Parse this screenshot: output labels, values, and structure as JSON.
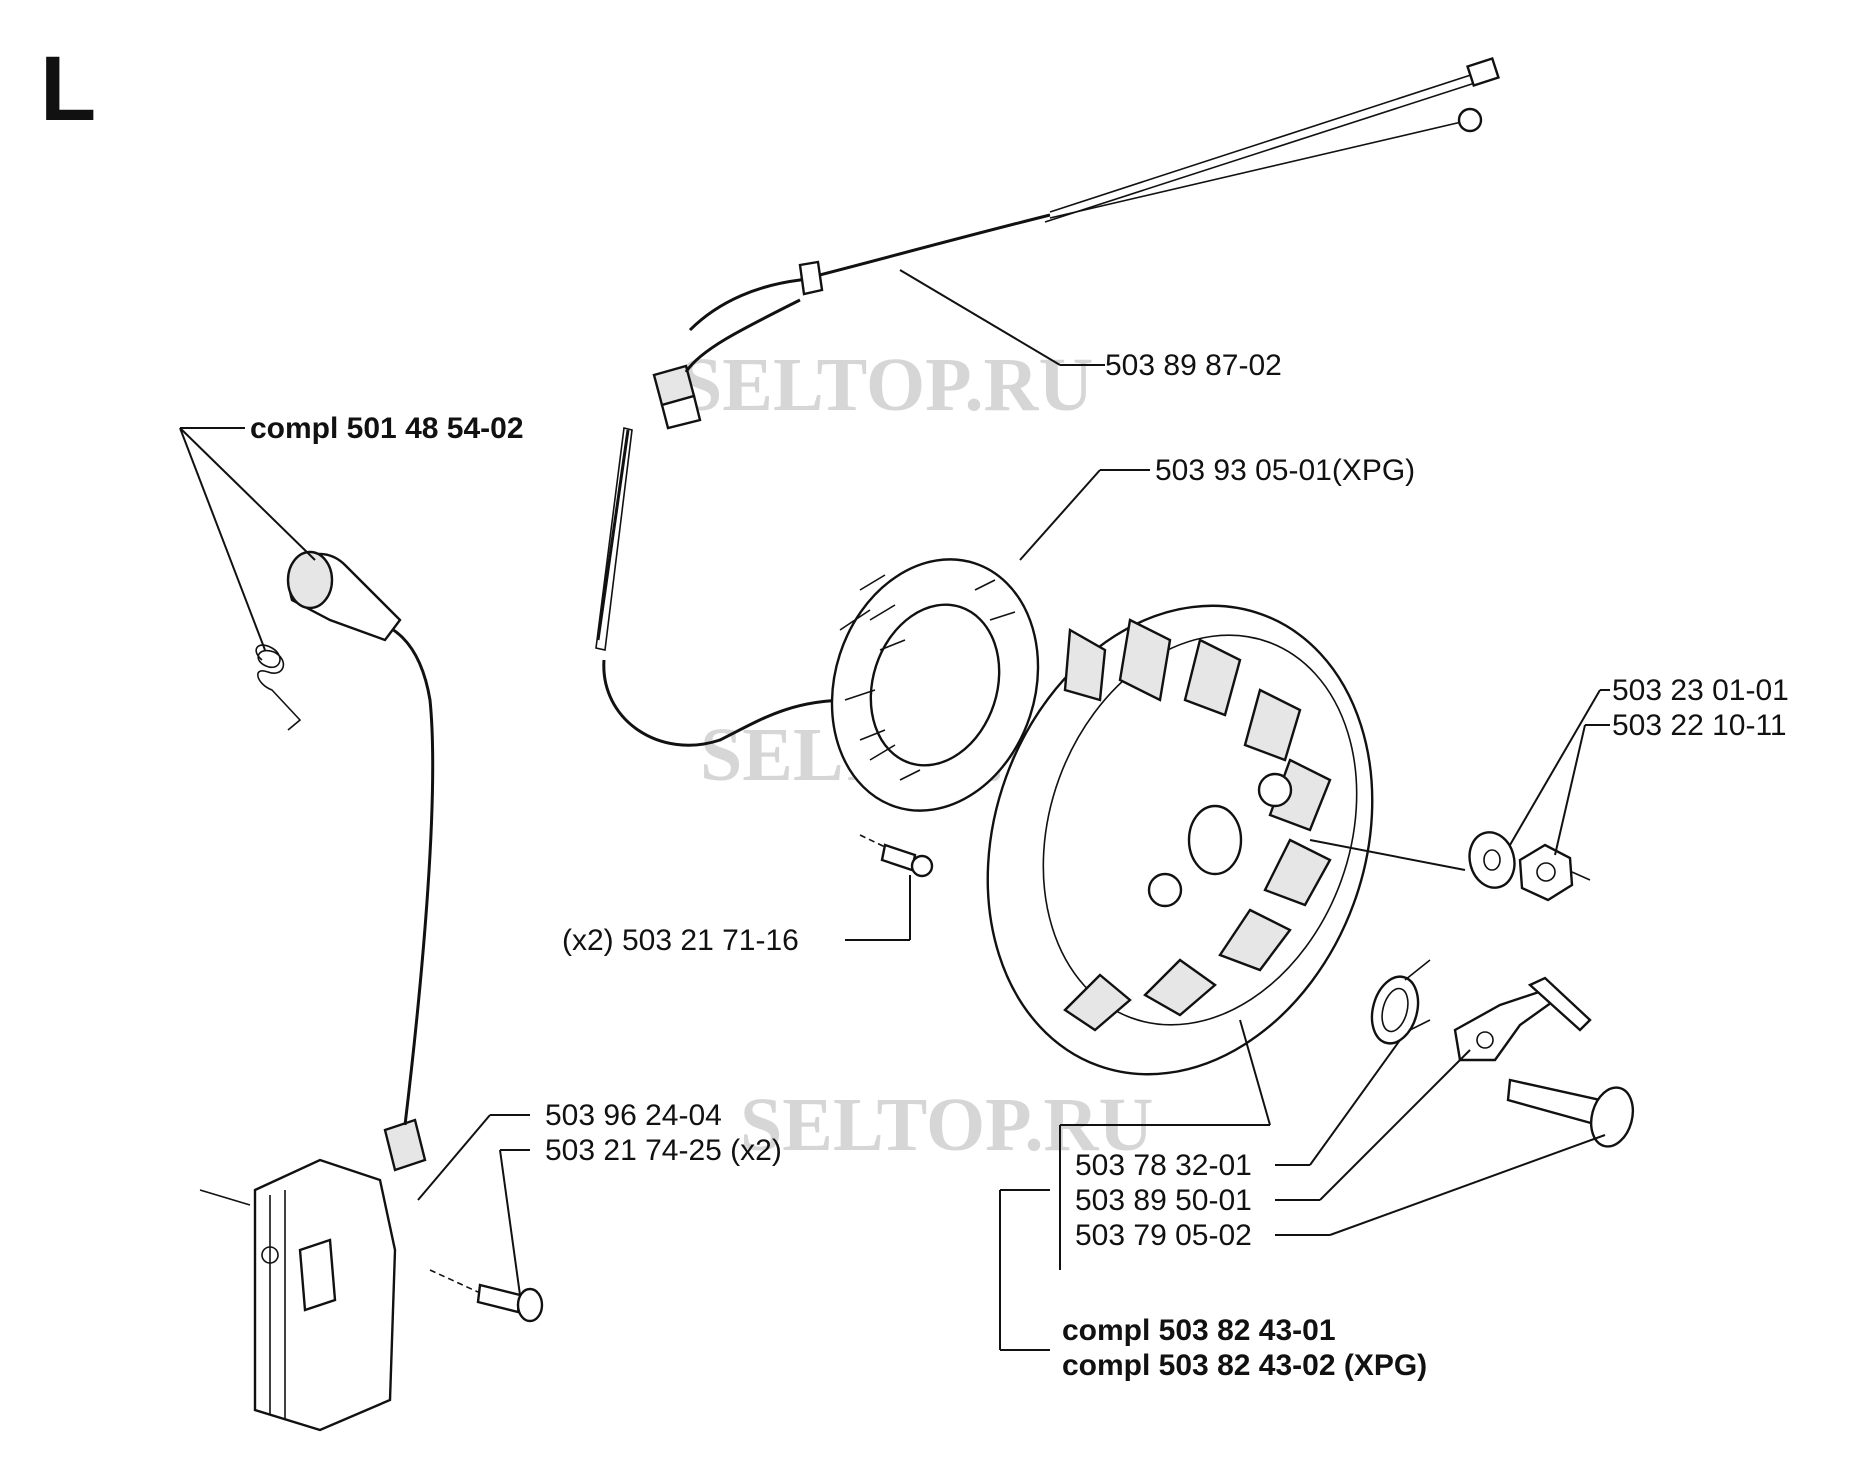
{
  "section_letter": "L",
  "watermark": "SELTOP.RU",
  "labels": {
    "lead_wire": "503 89 87-02",
    "ignition_compl": "compl 501 48 54-02",
    "stator_xpg": "503 93 05-01(XPG)",
    "washer": "503 23 01-01",
    "nut": "503 22 10-11",
    "stator_screw": "(x2) 503 21 71-16",
    "ignition_module": "503 96 24-04",
    "module_screw": "503 21 74-25 (x2)",
    "flywheel": "503 78 32-01",
    "spring": "503 89 50-01",
    "pawl_pin": "503 79 05-02",
    "compl_flywheel_1": "compl 503 82 43-01",
    "compl_flywheel_2": "compl 503 82 43-02 (XPG)"
  }
}
